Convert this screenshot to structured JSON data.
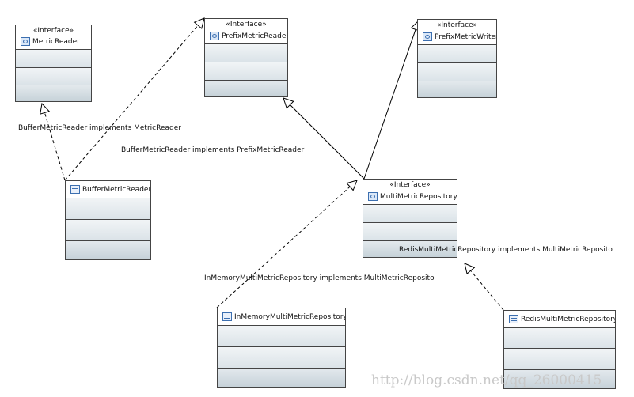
{
  "nodes": [
    {
      "id": "metric-reader",
      "stereotype": "«Interface»",
      "name": "MetricReader",
      "icon": "interface-icon"
    },
    {
      "id": "prefix-metric-reader",
      "stereotype": "«Interface»",
      "name": "PrefixMetricReader",
      "icon": "interface-icon"
    },
    {
      "id": "prefix-metric-writer",
      "stereotype": "«Interface»",
      "name": "PrefixMetricWriter",
      "icon": "interface-icon"
    },
    {
      "id": "buffer-metric-reader",
      "stereotype": "",
      "name": "BufferMetricReader",
      "icon": "class-icon"
    },
    {
      "id": "multi-metric-repository",
      "stereotype": "«Interface»",
      "name": "MultiMetricRepository",
      "icon": "interface-icon"
    },
    {
      "id": "in-memory-multi-metric-repository",
      "stereotype": "",
      "name": "InMemoryMultiMetricRepository",
      "icon": "class-icon"
    },
    {
      "id": "redis-multi-metric-repository",
      "stereotype": "",
      "name": "RedisMultiMetricRepository",
      "icon": "class-icon"
    }
  ],
  "edges": [
    {
      "id": "buffer-implements-metric-reader",
      "from": "buffer-metric-reader",
      "to": "metric-reader",
      "kind": "realization",
      "label": "BufferMetricReader implements MetricReader"
    },
    {
      "id": "buffer-implements-prefix-reader",
      "from": "buffer-metric-reader",
      "to": "prefix-metric-reader",
      "kind": "realization",
      "label": "BufferMetricReader implements PrefixMetricReader"
    },
    {
      "id": "multi-extends-prefix-reader",
      "from": "multi-metric-repository",
      "to": "prefix-metric-reader",
      "kind": "generalization",
      "label": ""
    },
    {
      "id": "multi-extends-prefix-writer",
      "from": "multi-metric-repository",
      "to": "prefix-metric-writer",
      "kind": "generalization",
      "label": ""
    },
    {
      "id": "inmemory-implements-multi",
      "from": "in-memory-multi-metric-repository",
      "to": "multi-metric-repository",
      "kind": "realization",
      "label": "InMemoryMultiMetricRepository implements MultiMetricReposito"
    },
    {
      "id": "redis-implements-multi",
      "from": "redis-multi-metric-repository",
      "to": "multi-metric-repository",
      "kind": "realization",
      "label": "RedisMultiMetricRepository implements MultiMetricReposito"
    }
  ],
  "watermark": "http://blog.csdn.net/qq_26000415",
  "colors": {
    "line": "#000000",
    "box_border": "#444444",
    "compartment_top": "#f1f4f6",
    "compartment_bottom": "#c6d2d9",
    "icon_blue": "#3c6fb0",
    "watermark": "#c9c9c9"
  }
}
